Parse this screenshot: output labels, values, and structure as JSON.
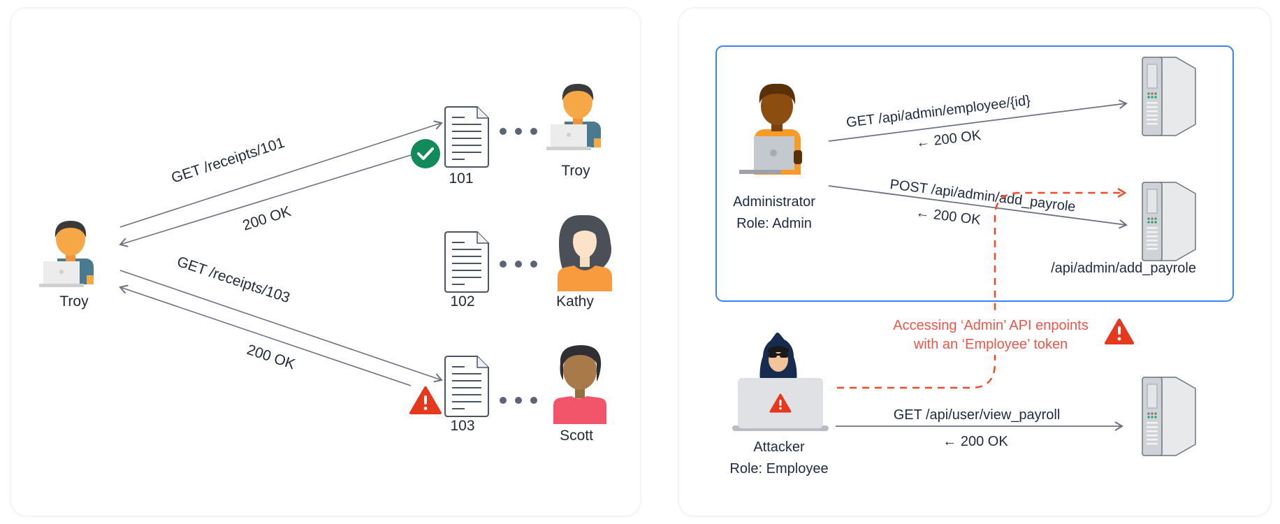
{
  "colors": {
    "arrow": "#6b7280",
    "text_dark": "#1e2a45",
    "blue_box": "#3b82f6",
    "alert_red": "#e5391d",
    "dashed_red": "#ee4b2b",
    "success_green": "#138a5a",
    "skin_orange": "#f6a846",
    "shirt_teal": "#4a7a8f",
    "hair_dark": "#3a3a3a",
    "kathy_hair": "#4b4f58",
    "kathy_shirt": "#f79b3e",
    "scott_skin": "#a87a4a",
    "scott_shirt": "#f2556a",
    "admin_skin": "#8b4d10",
    "admin_shirt": "#f89a28",
    "hoodie": "#172a4f"
  },
  "left_panel": {
    "requester": {
      "name": "Troy",
      "icon": "user-with-laptop-icon"
    },
    "requests": [
      {
        "label": "GET /receipts/101",
        "response": "200 OK",
        "status_icon": "check-circle-icon"
      },
      {
        "label": "GET /receipts/103",
        "response": "200 OK",
        "status_icon": "warning-triangle-icon"
      }
    ],
    "receipts": [
      {
        "id": "101",
        "owner": "Troy",
        "icon": "document-icon"
      },
      {
        "id": "102",
        "owner": "Kathy",
        "icon": "document-icon"
      },
      {
        "id": "103",
        "owner": "Scott",
        "icon": "document-icon"
      }
    ],
    "connector_icon": "ellipsis-dots-icon"
  },
  "right_panel": {
    "admin": {
      "name": "Administrator",
      "role": "Role: Admin"
    },
    "attacker": {
      "name": "Attacker",
      "role": "Role: Employee"
    },
    "admin_calls": [
      {
        "request": "GET /api/admin/employee/{id}",
        "response": "← 200 OK"
      },
      {
        "request": "POST /api/admin/add_payrole",
        "response": "← 200 OK"
      }
    ],
    "server_label": "/api/admin/add_payrole",
    "attack_note": [
      "Accessing ‘Admin’ API enpoints",
      "with an ‘Employee’ token"
    ],
    "user_call": {
      "request": "GET /api/user/view_payroll",
      "response": "← 200 OK"
    }
  }
}
